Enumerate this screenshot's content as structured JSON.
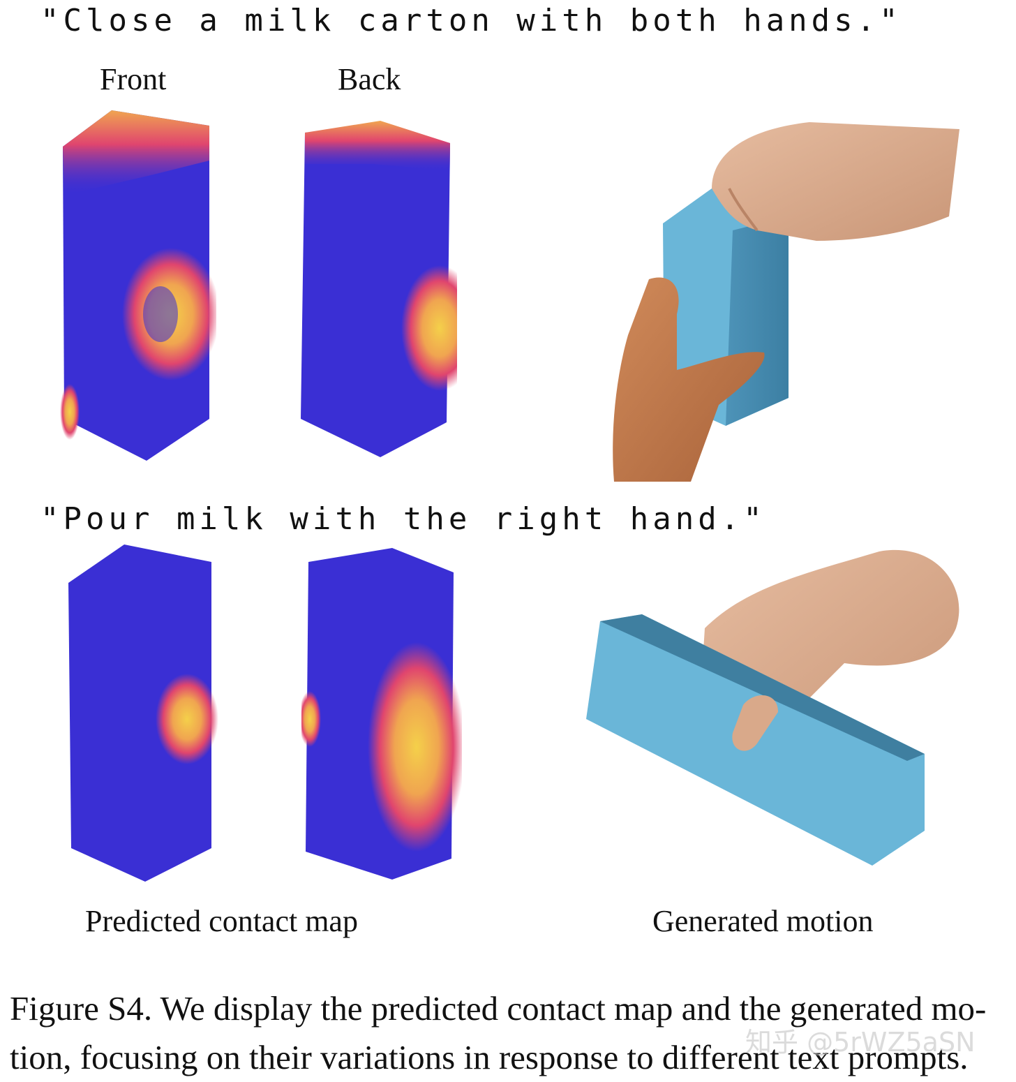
{
  "figure": {
    "rows": [
      {
        "prompt": "\"Close a milk carton with both hands.\""
      },
      {
        "prompt": "\"Pour milk with the right hand.\""
      }
    ],
    "view_labels": {
      "front": "Front",
      "back": "Back"
    },
    "column_labels": {
      "contact_map": "Predicted contact map",
      "motion": "Generated motion"
    },
    "caption": {
      "line1": "Figure S4. We display the predicted contact map and the generated mo-",
      "line2": "tion, focusing on their variations in response to different text prompts."
    },
    "watermark": "知乎 @5rWZ5aSN",
    "colors": {
      "contact_low": "#3a2fd4",
      "contact_mid": "#e0456e",
      "contact_high": "#f4d04a",
      "carton": "#6ab6d8",
      "hand_light": "#d9a98a",
      "hand_dark": "#c47a4e"
    }
  }
}
